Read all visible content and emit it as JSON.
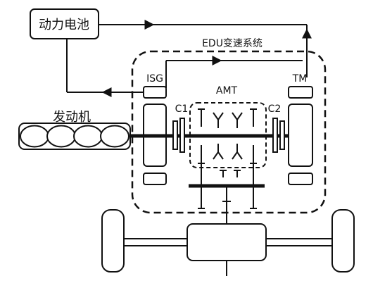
{
  "labels": {
    "battery": "动力电池",
    "engine": "发动机",
    "edu_system": "EDU变速系统",
    "isg": "ISG",
    "tm": "TM",
    "amt": "AMT",
    "c1": "C1",
    "c2": "C2"
  },
  "colors": {
    "line": "#111111",
    "background": "#ffffff"
  }
}
